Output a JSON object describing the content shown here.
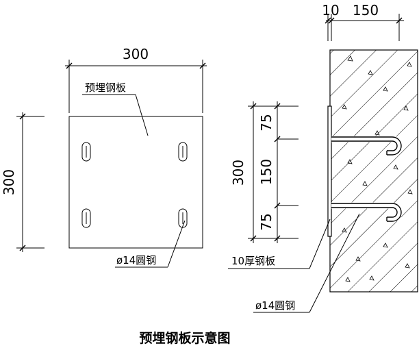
{
  "plan": {
    "width_dim": "300",
    "height_dim": "300",
    "plate_label": "预埋钢板",
    "bar_label": "ø14圆钢"
  },
  "section": {
    "top_dim_left": "10",
    "top_dim_right": "150",
    "total_dim": "300",
    "seg_top": "75",
    "seg_mid": "150",
    "seg_bottom": "75",
    "plate_label": "10厚钢板",
    "bar_label": "ø14圆钢"
  },
  "caption": "预埋钢板示意图"
}
